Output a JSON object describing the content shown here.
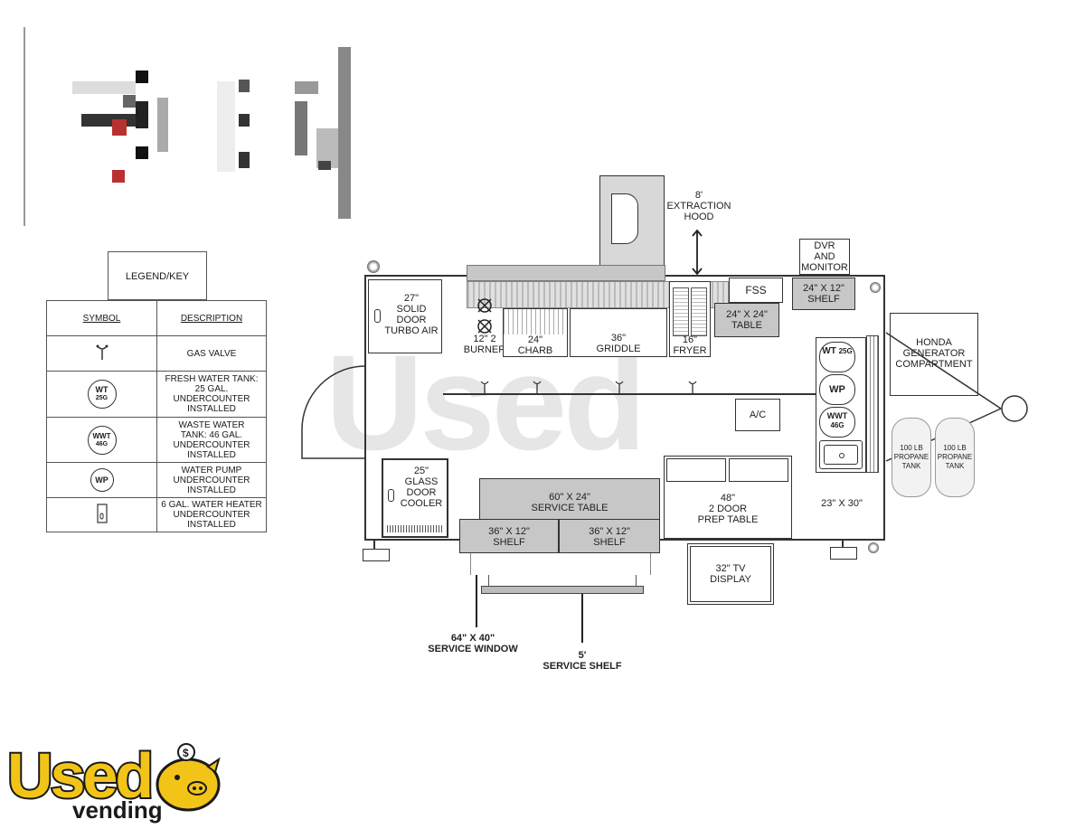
{
  "legend": {
    "title": "LEGEND/KEY",
    "col_symbol": "SYMBOL",
    "col_description": "DESCRIPTION",
    "rows": [
      {
        "symbol_icon": "gas-valve-icon",
        "symbol_text": "",
        "symbol_sub": "",
        "description": "GAS VALVE"
      },
      {
        "symbol_icon": "fresh-water-tank-icon",
        "symbol_text": "WT",
        "symbol_sub": "25G",
        "description": "FRESH WATER TANK: 25 GAL. UNDERCOUNTER INSTALLED"
      },
      {
        "symbol_icon": "waste-water-tank-icon",
        "symbol_text": "WWT",
        "symbol_sub": "46G",
        "description": "WASTE WATER TANK: 46 GAL. UNDERCOUNTER INSTALLED"
      },
      {
        "symbol_icon": "water-pump-icon",
        "symbol_text": "WP",
        "symbol_sub": "",
        "description": "WATER PUMP UNDERCOUNTER INSTALLED"
      },
      {
        "symbol_icon": "water-heater-icon",
        "symbol_text": "",
        "symbol_sub": "",
        "description": "6 GAL. WATER HEATER UNDERCOUNTER INSTALLED"
      }
    ]
  },
  "floorplan": {
    "extraction_hood": [
      "8'",
      "EXTRACTION",
      "HOOD"
    ],
    "dvr_monitor": [
      "DVR",
      "AND",
      "MONITOR"
    ],
    "turbo_air": [
      "27\"",
      "SOLID",
      "DOOR",
      "TURBO AIR"
    ],
    "burner": [
      "12\" 2",
      "BURNER"
    ],
    "charb": [
      "24\"",
      "CHARB"
    ],
    "griddle": [
      "36\"",
      "GRIDDLE"
    ],
    "fryer": [
      "16\"",
      "FRYER"
    ],
    "fss": "FSS",
    "table_24x24": [
      "24\" X 24\"",
      "TABLE"
    ],
    "shelf_24x12": [
      "24\" X 12\"",
      "SHELF"
    ],
    "honda_generator": [
      "HONDA",
      "GENERATOR",
      "COMPARTMENT"
    ],
    "ac": "A/C",
    "propane_tank_1": [
      "100 LB",
      "PROPANE",
      "TANK"
    ],
    "propane_tank_2": [
      "100 LB",
      "PROPANE",
      "TANK"
    ],
    "wt_label": [
      "WT",
      "25G"
    ],
    "wp_label": "WP",
    "wwt_label": [
      "WWT",
      "46G"
    ],
    "glass_cooler": [
      "25\"",
      "GLASS",
      "DOOR",
      "COOLER"
    ],
    "service_table": [
      "60\" X 24\"",
      "SERVICE TABLE"
    ],
    "prep_table": [
      "48\"",
      "2 DOOR",
      "PREP TABLE"
    ],
    "dim_23x30": "23\" X 30\"",
    "shelf_left": [
      "36\" X 12\"",
      "SHELF"
    ],
    "shelf_right": [
      "36\" X 12\"",
      "SHELF"
    ],
    "tv_display": [
      "32\" TV",
      "DISPLAY"
    ],
    "service_window": [
      "64\" X 40\"",
      "SERVICE WINDOW"
    ],
    "service_shelf": [
      "5'",
      "SERVICE SHELF"
    ]
  },
  "branding": {
    "logo_main": "Used",
    "logo_sub": "vending",
    "watermark": "Used",
    "colors": {
      "logo_yellow": "#f2c418",
      "logo_dark": "#1a1a1a",
      "plan_gray": "#c7c7c7"
    }
  }
}
